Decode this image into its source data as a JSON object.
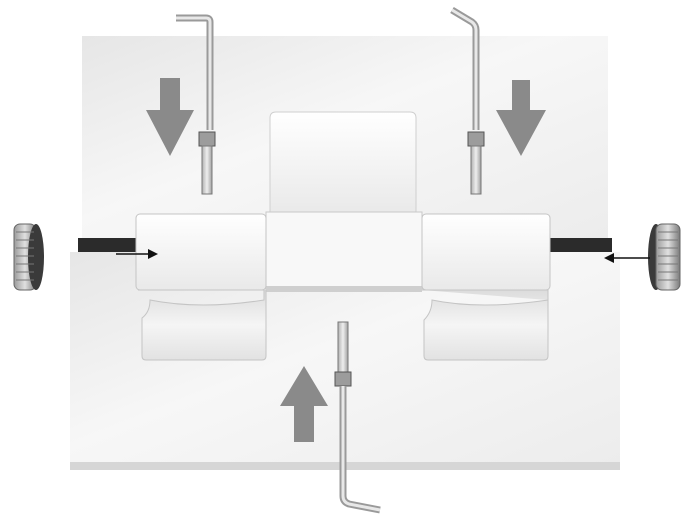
{
  "colors": {
    "background": "#ffffff",
    "plate_light": "#f2f2f2",
    "plate_shadow": "#d9d9d9",
    "block_face": "#f7f7f7",
    "block_edge": "#bdbdbd",
    "slot": "#2b2b2b",
    "arrow_fill": "#8a8a8a",
    "arrow_line": "#111111",
    "wrench": "#c9c9c9",
    "knob": "#555555"
  },
  "components": [
    {
      "name": "base-plate"
    },
    {
      "name": "center-block"
    },
    {
      "name": "left-clamp-block"
    },
    {
      "name": "right-clamp-block"
    },
    {
      "name": "left-knurled-knob-icon"
    },
    {
      "name": "right-knurled-knob-icon"
    },
    {
      "name": "top-left-hex-key-icon"
    },
    {
      "name": "top-right-hex-key-icon"
    },
    {
      "name": "bottom-hex-key-icon"
    }
  ],
  "arrows": [
    {
      "name": "down-arrow-left",
      "direction": "down"
    },
    {
      "name": "down-arrow-right",
      "direction": "down"
    },
    {
      "name": "up-arrow-bottom",
      "direction": "up"
    },
    {
      "name": "push-arrow-left",
      "direction": "right"
    },
    {
      "name": "push-arrow-right",
      "direction": "left"
    }
  ]
}
